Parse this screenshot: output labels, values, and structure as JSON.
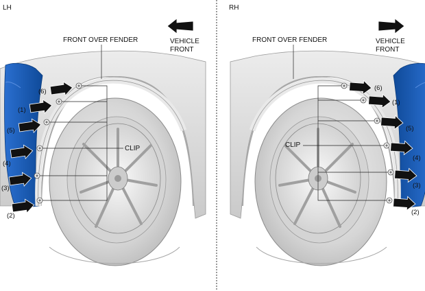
{
  "panels": [
    {
      "id": "lh",
      "side_label": "LH",
      "part_label": "FRONT OVER FENDER",
      "direction_label": [
        "VEHICLE",
        "FRONT"
      ],
      "clip_label": "CLIP",
      "callouts": [
        "(6)",
        "(1)",
        "(5)",
        "(4)",
        "(3)",
        "(2)"
      ]
    },
    {
      "id": "rh",
      "side_label": "RH",
      "part_label": "FRONT OVER FENDER",
      "direction_label": [
        "VEHICLE",
        "FRONT"
      ],
      "clip_label": "CLIP",
      "callouts": [
        "(6)",
        "(1)",
        "(5)",
        "(4)",
        "(3)",
        "(2)"
      ]
    }
  ],
  "colors": {
    "fender_blue": "#1a5fb4",
    "body_gray": "#dcdcdc",
    "tire_gray": "#cfcfcf",
    "rim_gray": "#e6e6e6"
  },
  "icons": {
    "direction": "arrow-icon",
    "fastener": "clip-icon"
  }
}
